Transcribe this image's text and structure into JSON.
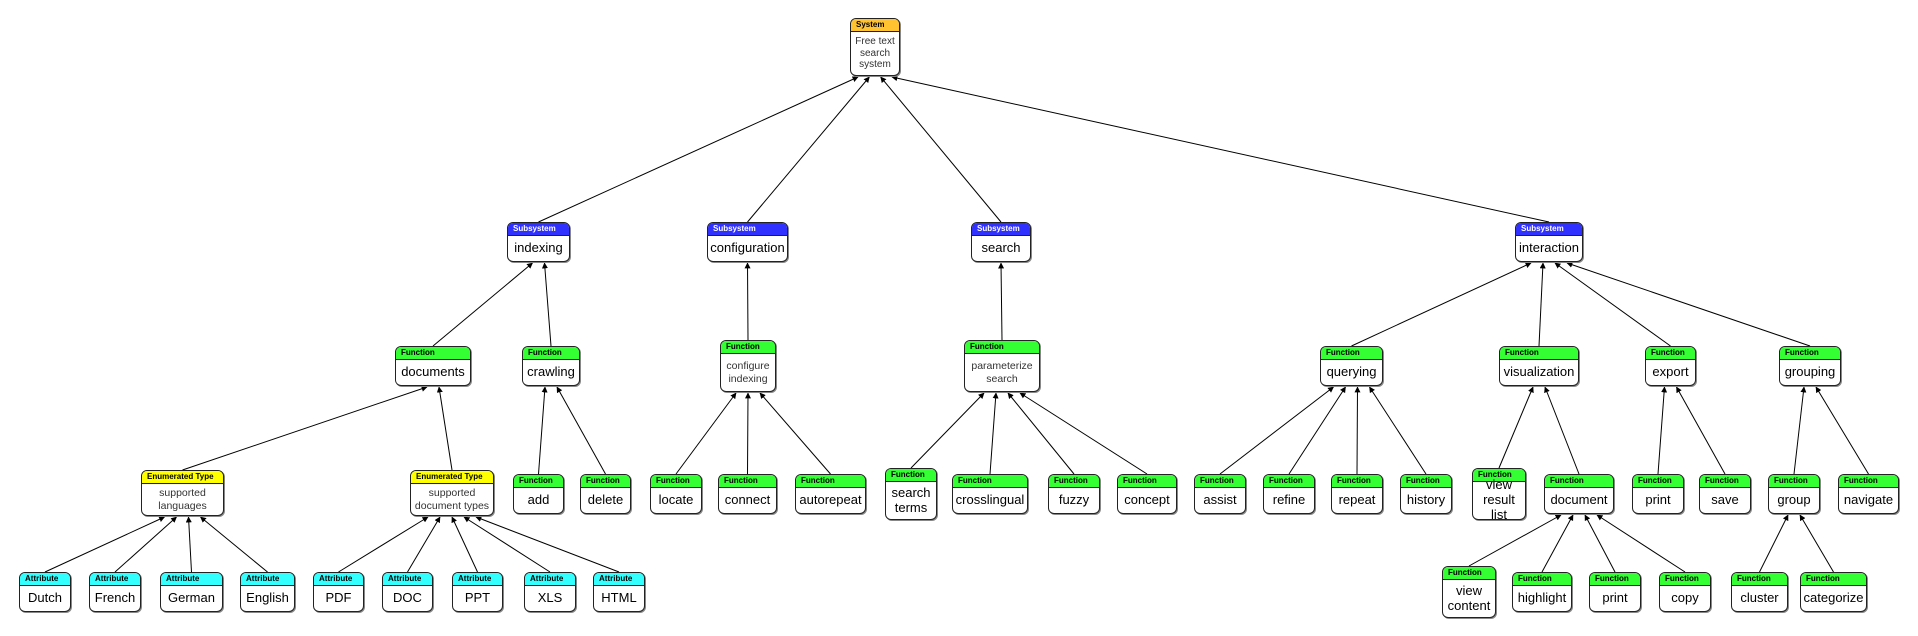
{
  "header_labels": {
    "system": "System",
    "subsystem": "Subsystem",
    "function": "Function",
    "enum": "Enumerated Type",
    "attribute": "Attribute"
  },
  "colors": {
    "system": "#ffc331",
    "subsystem": "#3030ff",
    "function": "#33ff33",
    "enum": "#ffff00",
    "attribute": "#33ffff"
  },
  "nodes": {
    "root": {
      "type": "system",
      "label": "Free text search system"
    },
    "indexing": {
      "type": "subsystem",
      "label": "indexing"
    },
    "configuration": {
      "type": "subsystem",
      "label": "configuration"
    },
    "search": {
      "type": "subsystem",
      "label": "search"
    },
    "interaction": {
      "type": "subsystem",
      "label": "interaction"
    },
    "documents": {
      "type": "function",
      "label": "documents"
    },
    "crawling": {
      "type": "function",
      "label": "crawling"
    },
    "configure_indexing": {
      "type": "function",
      "label": "configure indexing"
    },
    "parameterize_search": {
      "type": "function",
      "label": "parameterize search"
    },
    "querying": {
      "type": "function",
      "label": "querying"
    },
    "visualization": {
      "type": "function",
      "label": "visualization"
    },
    "export": {
      "type": "function",
      "label": "export"
    },
    "grouping": {
      "type": "function",
      "label": "grouping"
    },
    "supported_languages": {
      "type": "enum",
      "label": "supported languages"
    },
    "supported_doc_types": {
      "type": "enum",
      "label": "supported document types"
    },
    "add": {
      "type": "function",
      "label": "add"
    },
    "delete": {
      "type": "function",
      "label": "delete"
    },
    "locate": {
      "type": "function",
      "label": "locate"
    },
    "connect": {
      "type": "function",
      "label": "connect"
    },
    "autorepeat": {
      "type": "function",
      "label": "autorepeat"
    },
    "search_terms": {
      "type": "function",
      "label": "search terms"
    },
    "crosslingual": {
      "type": "function",
      "label": "crosslingual"
    },
    "fuzzy": {
      "type": "function",
      "label": "fuzzy"
    },
    "concept": {
      "type": "function",
      "label": "concept"
    },
    "assist": {
      "type": "function",
      "label": "assist"
    },
    "refine": {
      "type": "function",
      "label": "refine"
    },
    "repeat": {
      "type": "function",
      "label": "repeat"
    },
    "history": {
      "type": "function",
      "label": "history"
    },
    "view_result_list": {
      "type": "function",
      "label": "view result list"
    },
    "document": {
      "type": "function",
      "label": "document"
    },
    "print_export": {
      "type": "function",
      "label": "print"
    },
    "save": {
      "type": "function",
      "label": "save"
    },
    "group": {
      "type": "function",
      "label": "group"
    },
    "navigate": {
      "type": "function",
      "label": "navigate"
    },
    "dutch": {
      "type": "attribute",
      "label": "Dutch"
    },
    "french": {
      "type": "attribute",
      "label": "French"
    },
    "german": {
      "type": "attribute",
      "label": "German"
    },
    "english": {
      "type": "attribute",
      "label": "English"
    },
    "pdf": {
      "type": "attribute",
      "label": "PDF"
    },
    "doc": {
      "type": "attribute",
      "label": "DOC"
    },
    "ppt": {
      "type": "attribute",
      "label": "PPT"
    },
    "xls": {
      "type": "attribute",
      "label": "XLS"
    },
    "html": {
      "type": "attribute",
      "label": "HTML"
    },
    "view_content": {
      "type": "function",
      "label": "view content"
    },
    "highlight": {
      "type": "function",
      "label": "highlight"
    },
    "print_doc": {
      "type": "function",
      "label": "print"
    },
    "copy": {
      "type": "function",
      "label": "copy"
    },
    "cluster": {
      "type": "function",
      "label": "cluster"
    },
    "categorize": {
      "type": "function",
      "label": "categorize"
    }
  },
  "edges": [
    [
      "indexing",
      "root"
    ],
    [
      "configuration",
      "root"
    ],
    [
      "search",
      "root"
    ],
    [
      "interaction",
      "root"
    ],
    [
      "documents",
      "indexing"
    ],
    [
      "crawling",
      "indexing"
    ],
    [
      "configure_indexing",
      "configuration"
    ],
    [
      "parameterize_search",
      "search"
    ],
    [
      "querying",
      "interaction"
    ],
    [
      "visualization",
      "interaction"
    ],
    [
      "export",
      "interaction"
    ],
    [
      "grouping",
      "interaction"
    ],
    [
      "supported_languages",
      "documents"
    ],
    [
      "supported_doc_types",
      "documents"
    ],
    [
      "add",
      "crawling"
    ],
    [
      "delete",
      "crawling"
    ],
    [
      "locate",
      "configure_indexing"
    ],
    [
      "connect",
      "configure_indexing"
    ],
    [
      "autorepeat",
      "configure_indexing"
    ],
    [
      "search_terms",
      "parameterize_search"
    ],
    [
      "crosslingual",
      "parameterize_search"
    ],
    [
      "fuzzy",
      "parameterize_search"
    ],
    [
      "concept",
      "parameterize_search"
    ],
    [
      "assist",
      "querying"
    ],
    [
      "refine",
      "querying"
    ],
    [
      "repeat",
      "querying"
    ],
    [
      "history",
      "querying"
    ],
    [
      "view_result_list",
      "visualization"
    ],
    [
      "document",
      "visualization"
    ],
    [
      "print_export",
      "export"
    ],
    [
      "save",
      "export"
    ],
    [
      "group",
      "grouping"
    ],
    [
      "navigate",
      "grouping"
    ],
    [
      "dutch",
      "supported_languages"
    ],
    [
      "french",
      "supported_languages"
    ],
    [
      "german",
      "supported_languages"
    ],
    [
      "english",
      "supported_languages"
    ],
    [
      "pdf",
      "supported_doc_types"
    ],
    [
      "doc",
      "supported_doc_types"
    ],
    [
      "ppt",
      "supported_doc_types"
    ],
    [
      "xls",
      "supported_doc_types"
    ],
    [
      "html",
      "supported_doc_types"
    ],
    [
      "view_content",
      "document"
    ],
    [
      "highlight",
      "document"
    ],
    [
      "print_doc",
      "document"
    ],
    [
      "copy",
      "document"
    ],
    [
      "cluster",
      "group"
    ],
    [
      "categorize",
      "group"
    ]
  ]
}
